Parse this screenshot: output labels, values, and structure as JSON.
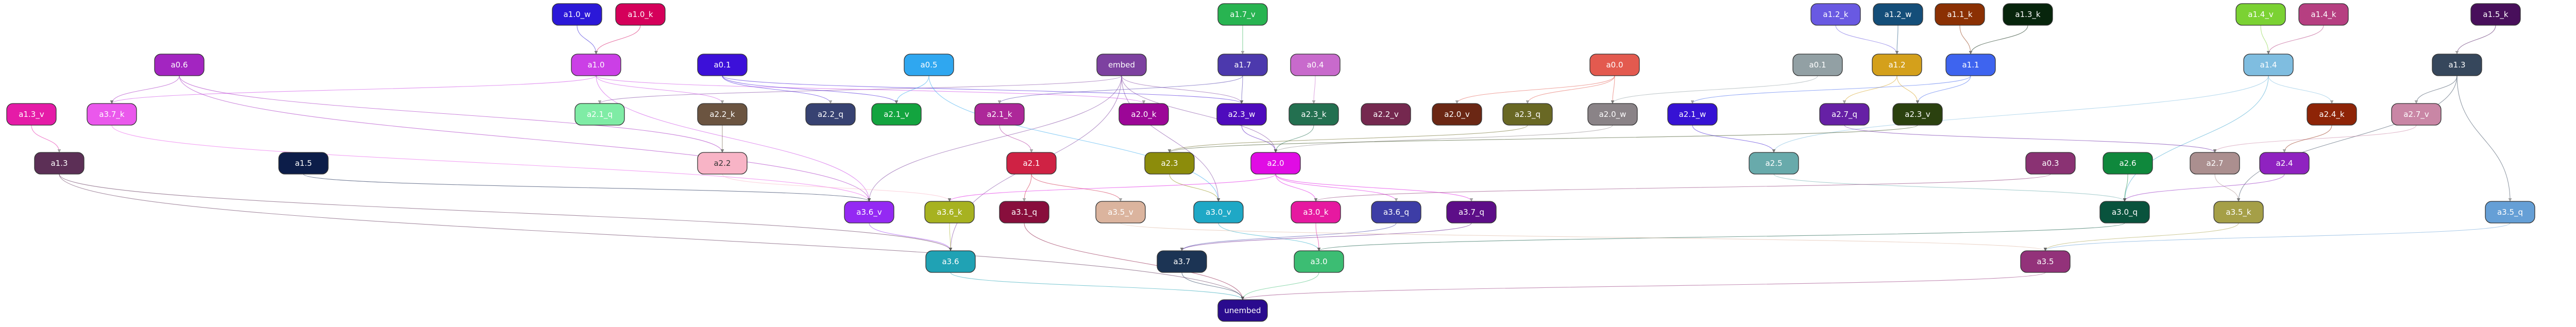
{
  "nodes": [
    {
      "id": "a1_0_w",
      "label": "a1.0_w",
      "color": "#2b18d8",
      "text": "#ffffff"
    },
    {
      "id": "a1_0_k",
      "label": "a1.0_k",
      "color": "#d5005a",
      "text": "#ffffff"
    },
    {
      "id": "a1_7_v",
      "label": "a1.7_v",
      "color": "#28b451",
      "text": "#ffffff"
    },
    {
      "id": "a1_2_k",
      "label": "a1.2_k",
      "color": "#6959e2",
      "text": "#ffffff"
    },
    {
      "id": "a1_2_w",
      "label": "a1.2_w",
      "color": "#144e79",
      "text": "#ffffff"
    },
    {
      "id": "a1_1_k",
      "label": "a1.1_k",
      "color": "#8b3003",
      "text": "#ffffff"
    },
    {
      "id": "a1_3_k",
      "label": "a1.3_k",
      "color": "#07250c",
      "text": "#ffffff"
    },
    {
      "id": "a1_4_v",
      "label": "a1.4_v",
      "color": "#7bd233",
      "text": "#ffffff"
    },
    {
      "id": "a1_4_k",
      "label": "a1.4_k",
      "color": "#b63f81",
      "text": "#ffffff"
    },
    {
      "id": "a1_5_k",
      "label": "a1.5_k",
      "color": "#480f5b",
      "text": "#ffffff"
    },
    {
      "id": "a0_6",
      "label": "a0.6",
      "color": "#a325c1",
      "text": "#ffffff"
    },
    {
      "id": "a1_0",
      "label": "a1.0",
      "color": "#cb3fe6",
      "text": "#ffffff"
    },
    {
      "id": "a0_1",
      "label": "a0.1",
      "color": "#3c10d9",
      "text": "#ffffff"
    },
    {
      "id": "a0_5",
      "label": "a0.5",
      "color": "#2fa7f0",
      "text": "#ffffff"
    },
    {
      "id": "embed",
      "label": "embed",
      "color": "#7d41a0",
      "text": "#ffffff"
    },
    {
      "id": "a1_7",
      "label": "a1.7",
      "color": "#4c39ad",
      "text": "#ffffff"
    },
    {
      "id": "a0_4",
      "label": "a0.4",
      "color": "#c86acc",
      "text": "#ffffff"
    },
    {
      "id": "a0_0",
      "label": "a0.0",
      "color": "#e35a4f",
      "text": "#ffffff"
    },
    {
      "id": "a0_1b",
      "label": "a0.1",
      "color": "#92a0a4",
      "text": "#ffffff"
    },
    {
      "id": "a1_2",
      "label": "a1.2",
      "color": "#d4a01b",
      "text": "#ffffff"
    },
    {
      "id": "a1_1",
      "label": "a1.1",
      "color": "#3e64ef",
      "text": "#ffffff"
    },
    {
      "id": "a1_4",
      "label": "a1.4",
      "color": "#7fbde0",
      "text": "#ffffff"
    },
    {
      "id": "a1_3",
      "label": "a1.3",
      "color": "#36475c",
      "text": "#ffffff"
    },
    {
      "id": "a1_3_v",
      "label": "a1.3_v",
      "color": "#e51ba7",
      "text": "#ffffff"
    },
    {
      "id": "a3_7_k",
      "label": "a3.7_k",
      "color": "#ea58ec",
      "text": "#ffffff"
    },
    {
      "id": "a2_1_q",
      "label": "a2.1_q",
      "color": "#7feca5",
      "text": "#ffffff"
    },
    {
      "id": "a2_2_k",
      "label": "a2.2_k",
      "color": "#6b5440",
      "text": "#ffffff"
    },
    {
      "id": "a2_2_q",
      "label": "a2.2_q",
      "color": "#374272",
      "text": "#ffffff"
    },
    {
      "id": "a2_1_v",
      "label": "a2.1_v",
      "color": "#13a43f",
      "text": "#ffffff"
    },
    {
      "id": "a2_1_k",
      "label": "a2.1_k",
      "color": "#ad2799",
      "text": "#ffffff"
    },
    {
      "id": "a2_0_k",
      "label": "a2.0_k",
      "color": "#9c0697",
      "text": "#ffffff"
    },
    {
      "id": "a2_3_w",
      "label": "a2.3_w",
      "color": "#4e0bbd",
      "text": "#ffffff"
    },
    {
      "id": "a2_3_k",
      "label": "a2.3_k",
      "color": "#237050",
      "text": "#ffffff"
    },
    {
      "id": "a2_2_v",
      "label": "a2.2_v",
      "color": "#75284f",
      "text": "#ffffff"
    },
    {
      "id": "a2_0_v",
      "label": "a2.0_v",
      "color": "#6b2714",
      "text": "#ffffff"
    },
    {
      "id": "a2_3_q",
      "label": "a2.3_q",
      "color": "#696824",
      "text": "#ffffff"
    },
    {
      "id": "a2_0_w",
      "label": "a2.0_w",
      "color": "#8a8387",
      "text": "#ffffff"
    },
    {
      "id": "a2_1_w",
      "label": "a2.1_w",
      "color": "#3612d4",
      "text": "#ffffff"
    },
    {
      "id": "a2_7_q",
      "label": "a2.7_q",
      "color": "#6620a5",
      "text": "#ffffff"
    },
    {
      "id": "a2_3_v",
      "label": "a2.3_v",
      "color": "#2b410f",
      "text": "#ffffff"
    },
    {
      "id": "a2_4_k",
      "label": "a2.4_k",
      "color": "#8e2407",
      "text": "#ffffff"
    },
    {
      "id": "a2_7_v",
      "label": "a2.7_v",
      "color": "#c986a5",
      "text": "#ffffff"
    },
    {
      "id": "a1_3b",
      "label": "a1.3",
      "color": "#5c2f56",
      "text": "#ffffff"
    },
    {
      "id": "a2_2",
      "label": "a2.2",
      "color": "#f8b4c6",
      "text": "#333333"
    },
    {
      "id": "a1_5",
      "label": "a1.5",
      "color": "#0c1d49",
      "text": "#ffffff"
    },
    {
      "id": "a2_1",
      "label": "a2.1",
      "color": "#cf2244",
      "text": "#ffffff"
    },
    {
      "id": "a2_3",
      "label": "a2.3",
      "color": "#8c8c0b",
      "text": "#ffffff"
    },
    {
      "id": "a2_0",
      "label": "a2.0",
      "color": "#e00ce4",
      "text": "#ffffff"
    },
    {
      "id": "a2_5",
      "label": "a2.5",
      "color": "#68aaab",
      "text": "#ffffff"
    },
    {
      "id": "a0_3",
      "label": "a0.3",
      "color": "#8a3273",
      "text": "#ffffff"
    },
    {
      "id": "a2_6",
      "label": "a2.6",
      "color": "#0f883c",
      "text": "#ffffff"
    },
    {
      "id": "a2_7",
      "label": "a2.7",
      "color": "#ab8f8f",
      "text": "#ffffff"
    },
    {
      "id": "a2_4",
      "label": "a2.4",
      "color": "#8f22c0",
      "text": "#ffffff"
    },
    {
      "id": "a3_6_v",
      "label": "a3.6_v",
      "color": "#9429f3",
      "text": "#ffffff"
    },
    {
      "id": "a3_6_k",
      "label": "a3.6_k",
      "color": "#a7b220",
      "text": "#ffffff"
    },
    {
      "id": "a3_1_q",
      "label": "a3.1_q",
      "color": "#880e3c",
      "text": "#ffffff"
    },
    {
      "id": "a3_5_v",
      "label": "a3.5_v",
      "color": "#dbb49e",
      "text": "#ffffff"
    },
    {
      "id": "a3_0_v",
      "label": "a3.0_v",
      "color": "#1ea8c6",
      "text": "#ffffff"
    },
    {
      "id": "a3_0_k",
      "label": "a3.0_k",
      "color": "#e619a0",
      "text": "#ffffff"
    },
    {
      "id": "a3_6_q",
      "label": "a3.6_q",
      "color": "#3d3da6",
      "text": "#ffffff"
    },
    {
      "id": "a3_7_q",
      "label": "a3.7_q",
      "color": "#5d0e88",
      "text": "#ffffff"
    },
    {
      "id": "a3_0_q",
      "label": "a3.0_q",
      "color": "#09533d",
      "text": "#ffffff"
    },
    {
      "id": "a3_5_k",
      "label": "a3.5_k",
      "color": "#a59f47",
      "text": "#ffffff"
    },
    {
      "id": "a3_5_q",
      "label": "a3.5_q",
      "color": "#659fd6",
      "text": "#ffffff"
    },
    {
      "id": "a3_6",
      "label": "a3.6",
      "color": "#20a2b4",
      "text": "#ffffff"
    },
    {
      "id": "a3_7",
      "label": "a3.7",
      "color": "#1c3454",
      "text": "#ffffff"
    },
    {
      "id": "a3_0",
      "label": "a3.0",
      "color": "#3cbd73",
      "text": "#ffffff"
    },
    {
      "id": "a3_5",
      "label": "a3.5",
      "color": "#93327a",
      "text": "#ffffff"
    },
    {
      "id": "unembed",
      "label": "unembed",
      "color": "#2a0b8e",
      "text": "#ffffff"
    }
  ],
  "edges": [
    {
      "from": "a1_0_w",
      "to": "a1_0",
      "color": "#2b18d8",
      "bold": true
    },
    {
      "from": "a1_0_k",
      "to": "a1_0",
      "color": "#d5005a",
      "bold": false
    },
    {
      "from": "a1_7_v",
      "to": "a1_7",
      "color": "#28b451",
      "bold": false
    },
    {
      "from": "a1_2_k",
      "to": "a1_2",
      "color": "#6959e2",
      "bold": false
    },
    {
      "from": "a1_2_w",
      "to": "a1_2",
      "color": "#144e79",
      "bold": false
    },
    {
      "from": "a1_1_k",
      "to": "a1_1",
      "color": "#8b3003",
      "bold": false
    },
    {
      "from": "a1_3_k",
      "to": "a1_1",
      "color": "#07250c",
      "bold": false
    },
    {
      "from": "a1_4_v",
      "to": "a1_4",
      "color": "#7bd233",
      "bold": true
    },
    {
      "from": "a1_4_k",
      "to": "a1_4",
      "color": "#b63f81",
      "bold": false
    },
    {
      "from": "a1_5_k",
      "to": "a1_3",
      "color": "#480f5b",
      "bold": false
    },
    {
      "from": "embed",
      "to": "a2_3_w",
      "color": "#7d41a0",
      "bold": true
    },
    {
      "from": "embed",
      "to": "a2_0",
      "color": "#7d41a0",
      "bold": true
    },
    {
      "from": "embed",
      "to": "a3_6",
      "color": "#7d41a0",
      "bold": true
    },
    {
      "from": "embed",
      "to": "a3_6_v",
      "color": "#7d41a0",
      "bold": false
    },
    {
      "from": "embed",
      "to": "a2_1_q",
      "color": "#7d41a0",
      "bold": false
    },
    {
      "from": "embed",
      "to": "a3_0_v",
      "color": "#7d41a0",
      "bold": false
    },
    {
      "from": "a1_0",
      "to": "a3_7_k",
      "color": "#cb3fe6",
      "bold": false
    },
    {
      "from": "a1_0",
      "to": "a2_2_k",
      "color": "#cb3fe6",
      "bold": false
    },
    {
      "from": "a1_0",
      "to": "a3_6_v",
      "color": "#cb3fe6",
      "bold": false
    },
    {
      "from": "a1_0",
      "to": "a2_0_k",
      "color": "#cb3fe6",
      "bold": false
    },
    {
      "from": "a0_6",
      "to": "a3_7_k",
      "color": "#a325c1",
      "bold": false
    },
    {
      "from": "a0_6",
      "to": "a3_6_v",
      "color": "#a325c1",
      "bold": false
    },
    {
      "from": "a0_6",
      "to": "a2_2",
      "color": "#a325c1",
      "bold": false
    },
    {
      "from": "a0_1",
      "to": "a2_2_q",
      "color": "#3c10d9",
      "bold": false
    },
    {
      "from": "a0_1",
      "to": "a2_1_v",
      "color": "#3c10d9",
      "bold": false
    },
    {
      "from": "a0_1",
      "to": "a2_3_w",
      "color": "#3c10d9",
      "bold": false
    },
    {
      "from": "a0_5",
      "to": "a2_1_v",
      "color": "#2fa7f0",
      "bold": false
    },
    {
      "from": "a0_5",
      "to": "a3_0_v",
      "color": "#2fa7f0",
      "bold": false
    },
    {
      "from": "a1_7",
      "to": "a2_3_w",
      "color": "#4c39ad",
      "bold": false
    },
    {
      "from": "a1_7",
      "to": "a2_1_k",
      "color": "#4c39ad",
      "bold": false
    },
    {
      "from": "a0_4",
      "to": "a2_3_k",
      "color": "#c86acc",
      "bold": false
    },
    {
      "from": "a0_0",
      "to": "a2_0_w",
      "color": "#e35a4f",
      "bold": false
    },
    {
      "from": "a0_0",
      "to": "a2_0_v",
      "color": "#e35a4f",
      "bold": false
    },
    {
      "from": "a0_0",
      "to": "a2_3_q",
      "color": "#e35a4f",
      "bold": false
    },
    {
      "from": "a0_1b",
      "to": "a2_0_w",
      "color": "#92a0a4",
      "bold": false
    },
    {
      "from": "a1_2",
      "to": "a2_7_q",
      "color": "#d4a01b",
      "bold": false
    },
    {
      "from": "a1_2",
      "to": "a2_3_v",
      "color": "#d4a01b",
      "bold": false
    },
    {
      "from": "a1_1",
      "to": "a2_1_w",
      "color": "#3e64ef",
      "bold": false
    },
    {
      "from": "a1_1",
      "to": "a2_3_v",
      "color": "#3e64ef",
      "bold": false
    },
    {
      "from": "a1_4",
      "to": "a2_4_k",
      "color": "#7fbde0",
      "bold": false
    },
    {
      "from": "a1_4",
      "to": "a3_0_q",
      "color": "#3ba4cf",
      "bold": true
    },
    {
      "from": "a1_4",
      "to": "a2_5",
      "color": "#7fbde0",
      "bold": false
    },
    {
      "from": "a1_3",
      "to": "a2_7_v",
      "color": "#36475c",
      "bold": false
    },
    {
      "from": "a1_3",
      "to": "a3_5_k",
      "color": "#36475c",
      "bold": false
    },
    {
      "from": "a1_3",
      "to": "a3_5_q",
      "color": "#36475c",
      "bold": false
    },
    {
      "from": "a1_3_v",
      "to": "a1_3b",
      "color": "#e51ba7",
      "bold": false
    },
    {
      "from": "a3_7_k",
      "to": "a3_6_v",
      "color": "#ea58ec",
      "bold": false
    },
    {
      "from": "a2_1_k",
      "to": "a2_1",
      "color": "#ad2799",
      "bold": false
    },
    {
      "from": "a2_3_w",
      "to": "a2_0",
      "color": "#4e0bbd",
      "bold": true
    },
    {
      "from": "a2_3_k",
      "to": "a2_0",
      "color": "#237050",
      "bold": false
    },
    {
      "from": "a2_0_w",
      "to": "a2_0",
      "color": "#8a8387",
      "bold": true
    },
    {
      "from": "a2_2_k",
      "to": "a2_2",
      "color": "#6b5440",
      "bold": false
    },
    {
      "from": "a2_3_q",
      "to": "a2_3",
      "color": "#696824",
      "bold": false
    },
    {
      "from": "a2_3_v",
      "to": "a2_3",
      "color": "#2b410f",
      "bold": false
    },
    {
      "from": "a2_7_q",
      "to": "a2_7",
      "color": "#6620a5",
      "bold": false
    },
    {
      "from": "a2_7_v",
      "to": "a2_7",
      "color": "#c986a5",
      "bold": false
    },
    {
      "from": "a2_4_k",
      "to": "a2_4",
      "color": "#8e2407",
      "bold": false
    },
    {
      "from": "a2_1_w",
      "to": "a2_5",
      "color": "#3612d4",
      "bold": false
    },
    {
      "from": "a1_3b",
      "to": "a3_6",
      "color": "#5c2f56",
      "bold": false
    },
    {
      "from": "a1_3b",
      "to": "unembed",
      "color": "#5c2f56",
      "bold": false
    },
    {
      "from": "a1_5",
      "to": "a3_6_v",
      "color": "#0c1d49",
      "bold": false
    },
    {
      "from": "a2_2",
      "to": "a3_6_k",
      "color": "#f8b4c6",
      "bold": false
    },
    {
      "from": "a2_1",
      "to": "a3_1_q",
      "color": "#cf2244",
      "bold": false
    },
    {
      "from": "a2_1",
      "to": "a3_5_v",
      "color": "#cf2244",
      "bold": false
    },
    {
      "from": "a2_3",
      "to": "a3_0_v",
      "color": "#8c8c0b",
      "bold": false
    },
    {
      "from": "a2_0",
      "to": "a3_0_k",
      "color": "#e00ce4",
      "bold": true
    },
    {
      "from": "a2_0",
      "to": "a3_6_q",
      "color": "#e00ce4",
      "bold": false
    },
    {
      "from": "a2_0",
      "to": "a3_7_q",
      "color": "#e00ce4",
      "bold": false
    },
    {
      "from": "a2_0",
      "to": "a3_6_k",
      "color": "#e00ce4",
      "bold": false
    },
    {
      "from": "a2_6",
      "to": "a3_0_q",
      "color": "#0f883c",
      "bold": false
    },
    {
      "from": "a2_5",
      "to": "a3_0_q",
      "color": "#68aaab",
      "bold": false
    },
    {
      "from": "a0_3",
      "to": "a3_0_k",
      "color": "#8a3273",
      "bold": false
    },
    {
      "from": "a2_7",
      "to": "a3_5_k",
      "color": "#ab8f8f",
      "bold": false
    },
    {
      "from": "a2_4",
      "to": "a3_0_q",
      "color": "#8f22c0",
      "bold": false
    },
    {
      "from": "a3_6_v",
      "to": "a3_6",
      "color": "#9429f3",
      "bold": true
    },
    {
      "from": "a3_6_k",
      "to": "a3_6",
      "color": "#a7b220",
      "bold": true
    },
    {
      "from": "a3_0_v",
      "to": "a3_0",
      "color": "#1ea8c6",
      "bold": true
    },
    {
      "from": "a3_0_k",
      "to": "a3_0",
      "color": "#e619a0",
      "bold": true
    },
    {
      "from": "a3_0_q",
      "to": "a3_0",
      "color": "#09533d",
      "bold": true
    },
    {
      "from": "a3_6_q",
      "to": "a3_7",
      "color": "#3d3da6",
      "bold": true
    },
    {
      "from": "a3_7_q",
      "to": "a3_7",
      "color": "#5d0e88",
      "bold": false
    },
    {
      "from": "a3_5_v",
      "to": "a3_5",
      "color": "#dbb49e",
      "bold": false
    },
    {
      "from": "a3_5_k",
      "to": "a3_5",
      "color": "#a59f47",
      "bold": false
    },
    {
      "from": "a3_5_q",
      "to": "a3_5",
      "color": "#659fd6",
      "bold": false
    },
    {
      "from": "a3_6",
      "to": "unembed",
      "color": "#20a2b4",
      "bold": true
    },
    {
      "from": "a3_7",
      "to": "unembed",
      "color": "#1c3454",
      "bold": false
    },
    {
      "from": "a3_0",
      "to": "unembed",
      "color": "#3cbd73",
      "bold": true
    },
    {
      "from": "a3_5",
      "to": "unembed",
      "color": "#93327a",
      "bold": false
    },
    {
      "from": "a3_1_q",
      "to": "unembed",
      "color": "#880e3c",
      "bold": false
    }
  ]
}
